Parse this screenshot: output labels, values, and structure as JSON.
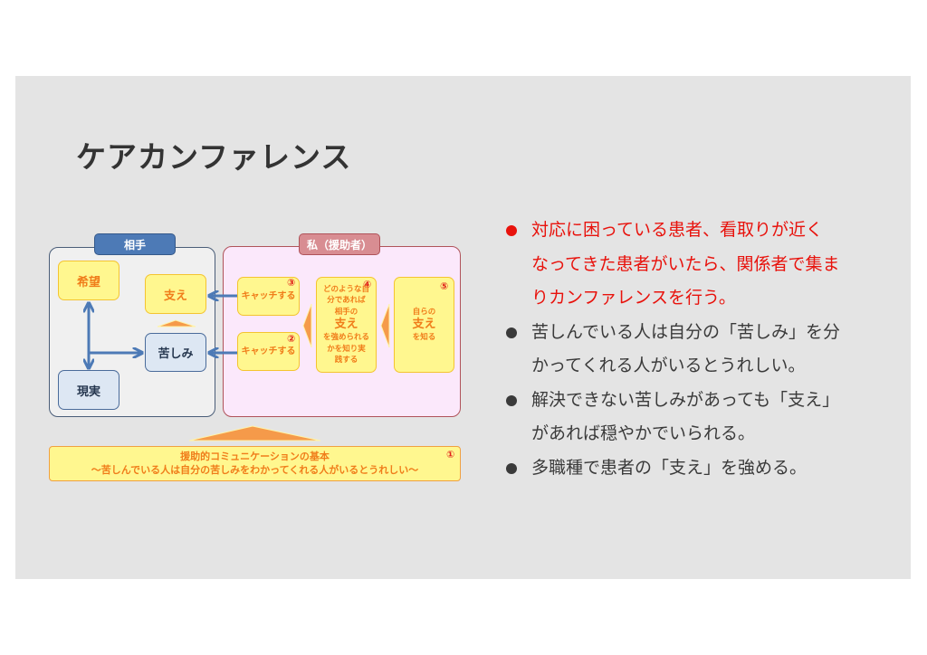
{
  "slide": {
    "title": "ケアカンファレンス"
  },
  "diagram": {
    "left_panel": {
      "label": "相手",
      "hope": "希望",
      "reality": "現実",
      "support": "支え",
      "suffering": "苦しみ"
    },
    "right_panel": {
      "label": "私（援助者）",
      "catch_top": {
        "text": "キャッチする",
        "num": "③"
      },
      "catch_bottom": {
        "text": "キャッチする",
        "num": "②"
      },
      "practice": {
        "num": "④",
        "line1": "どのような自",
        "line2": "分であれば",
        "line3": "相手の",
        "line4": "支え",
        "line5": "を強められる",
        "line6": "かを知り実",
        "line7": "践する"
      },
      "know": {
        "num": "⑤",
        "line1": "自らの",
        "line2": "支え",
        "line3": "を知る"
      }
    },
    "foundation": {
      "num": "①",
      "line1": "援助的コミュニケーションの基本",
      "line2": "～苦しんでいる人は自分の苦しみをわかってくれる人がいるとうれしい～"
    }
  },
  "bullets": [
    {
      "lines": [
        "対応に困っている患者、看取りが近く",
        "なってきた患者がいたら、関係者で集ま",
        "りカンファレンスを行う。"
      ],
      "color": "#e8120c"
    },
    {
      "lines": [
        "苦しんでいる人は自分の「苦しみ」を分",
        "かってくれる人がいるとうれしい。"
      ],
      "color": "#3a3a3a"
    },
    {
      "lines": [
        "解決できない苦しみがあっても「支え」",
        "があれば穏やかでいられる。"
      ],
      "color": "#3a3a3a"
    },
    {
      "lines": [
        "多職種で患者の「支え」を強める。"
      ],
      "color": "#3a3a3a"
    }
  ],
  "colors": {
    "slide_bg": "#e4e4e4",
    "accent_red": "#e8120c",
    "arrow_blue": "#4d7ab6",
    "box_yellow": "#fff78f",
    "text_orange": "#f07d1a",
    "triangle_orange": "#f59a4a"
  }
}
